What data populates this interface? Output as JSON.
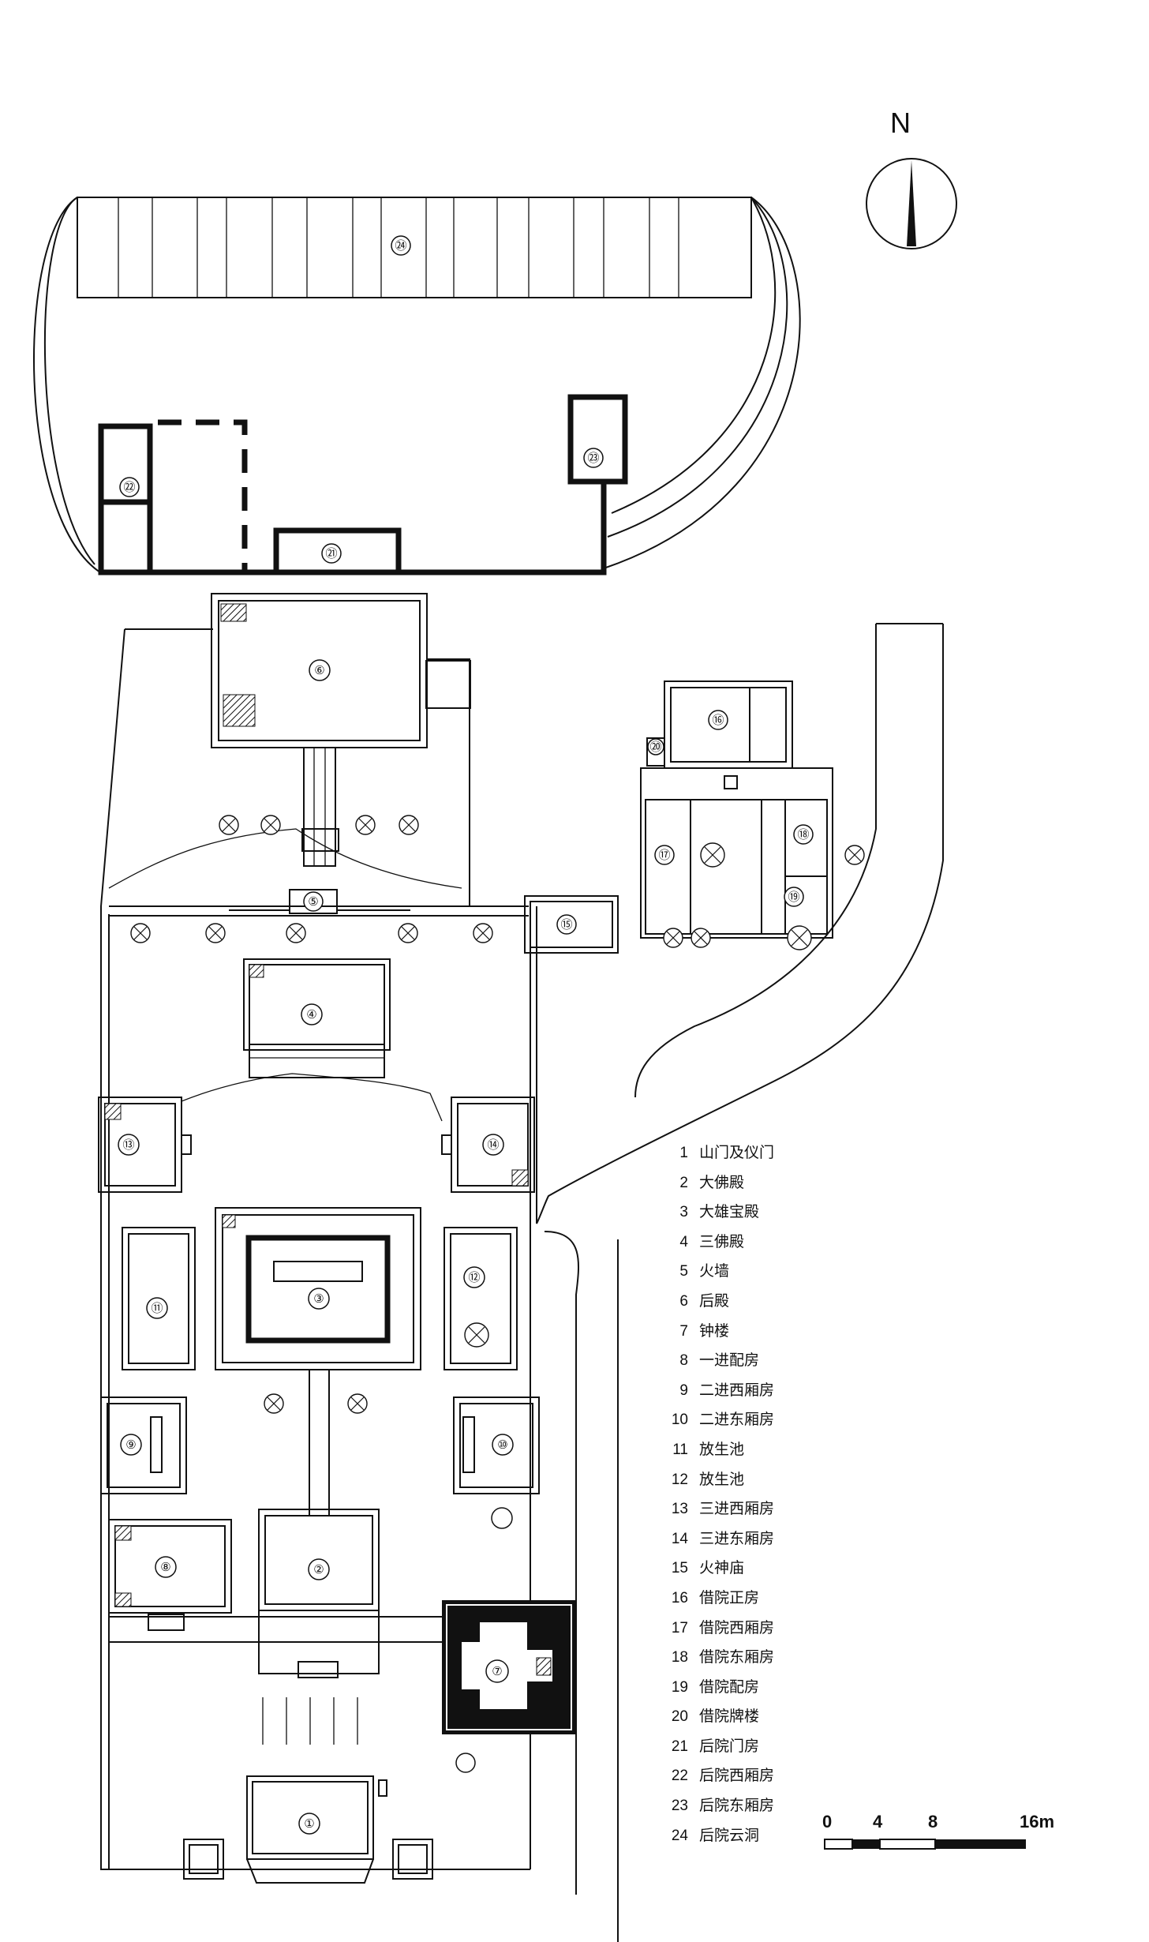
{
  "legend": [
    {
      "num": "1",
      "label": "山门及仪门"
    },
    {
      "num": "2",
      "label": "大佛殿"
    },
    {
      "num": "3",
      "label": "大雄宝殿"
    },
    {
      "num": "4",
      "label": "三佛殿"
    },
    {
      "num": "5",
      "label": "火墙"
    },
    {
      "num": "6",
      "label": "后殿"
    },
    {
      "num": "7",
      "label": "钟楼"
    },
    {
      "num": "8",
      "label": "一进配房"
    },
    {
      "num": "9",
      "label": "二进西厢房"
    },
    {
      "num": "10",
      "label": "二进东厢房"
    },
    {
      "num": "11",
      "label": "放生池"
    },
    {
      "num": "12",
      "label": "放生池"
    },
    {
      "num": "13",
      "label": "三进西厢房"
    },
    {
      "num": "14",
      "label": "三进东厢房"
    },
    {
      "num": "15",
      "label": "火神庙"
    },
    {
      "num": "16",
      "label": "借院正房"
    },
    {
      "num": "17",
      "label": "借院西厢房"
    },
    {
      "num": "18",
      "label": "借院东厢房"
    },
    {
      "num": "19",
      "label": "借院配房"
    },
    {
      "num": "20",
      "label": "借院牌楼"
    },
    {
      "num": "21",
      "label": "后院门房"
    },
    {
      "num": "22",
      "label": "后院西厢房"
    },
    {
      "num": "23",
      "label": "后院东厢房"
    },
    {
      "num": "24",
      "label": "后院云洞"
    }
  ],
  "scale": {
    "ticks": [
      "0",
      "4",
      "8",
      "16m"
    ]
  },
  "north": {
    "label": "N"
  },
  "plan_labels": {
    "b1": "①",
    "b2": "②",
    "b3": "③",
    "b4": "④",
    "b5": "⑤",
    "b6": "⑥",
    "b7": "⑦",
    "b8": "⑧",
    "b9": "⑨",
    "b10": "⑩",
    "b11": "⑪",
    "b12": "⑫",
    "b13": "⑬",
    "b14": "⑭",
    "b15": "⑮",
    "b16": "⑯",
    "b17": "⑰",
    "b18": "⑱",
    "b19": "⑲",
    "b20": "⑳",
    "b21": "㉑",
    "b22": "㉒",
    "b23": "㉓",
    "b24": "㉔"
  }
}
